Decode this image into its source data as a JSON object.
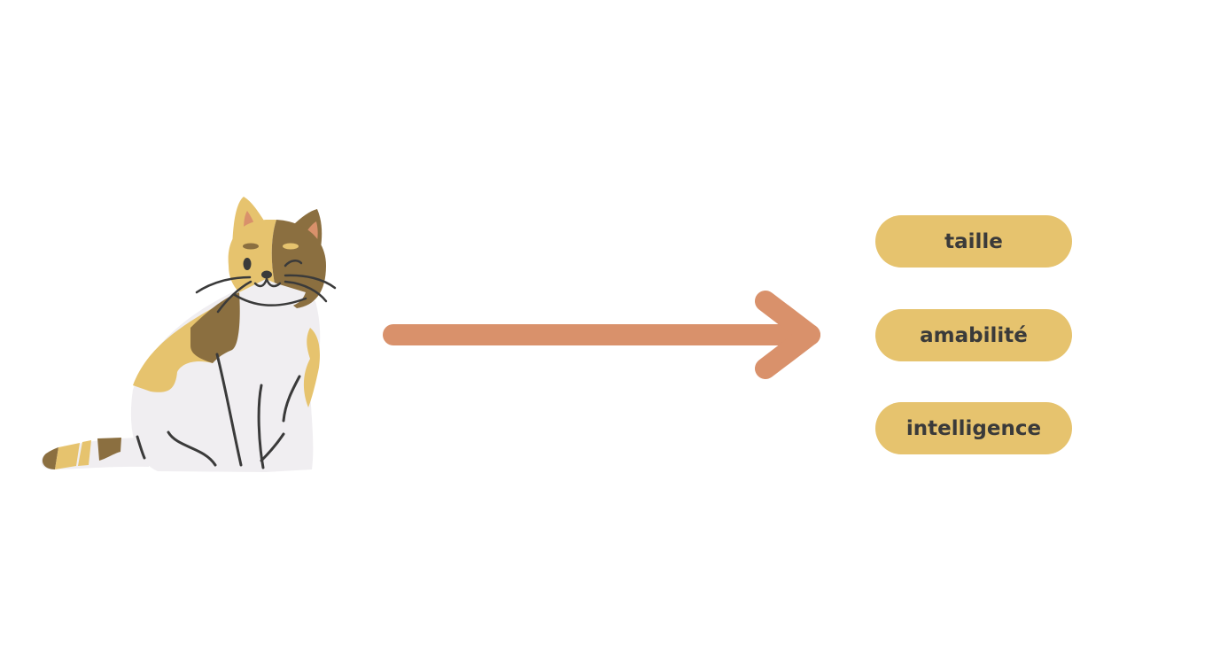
{
  "diagram": {
    "subject_icon": "calico-cat-illustration",
    "connector_icon": "right-arrow-icon",
    "attributes": [
      {
        "label": "taille"
      },
      {
        "label": "amabilité"
      },
      {
        "label": "intelligence"
      }
    ]
  },
  "colors": {
    "pill": "#E6C36E",
    "arrow": "#D9916B",
    "text": "#3a3a3a",
    "cat_yellow": "#E6C36E",
    "cat_brown": "#8B6F40",
    "cat_white": "#F0EEF1",
    "cat_line": "#3a3a3a"
  }
}
